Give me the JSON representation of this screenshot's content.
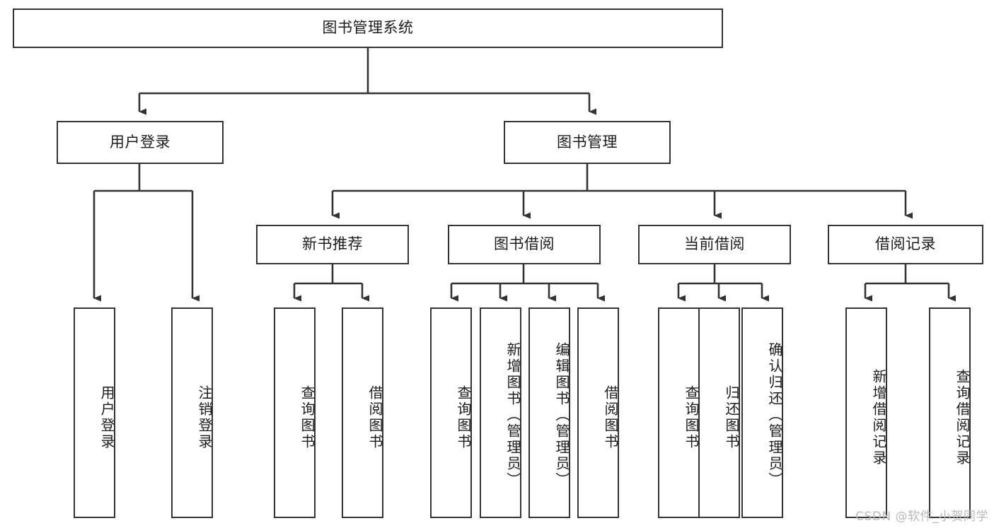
{
  "diagram": {
    "title": "图书管理系统",
    "type": "tree-hierarchy-diagram",
    "watermark": "CSDN @软件_小贺同学",
    "colors": {
      "box_border": "#333333",
      "box_fill": "#ffffff",
      "connector": "#333333",
      "text": "#1c1c1c",
      "watermark": "#b9b9b9",
      "background": "#ffffff"
    },
    "root": {
      "label": "图书管理系统"
    },
    "level2": [
      {
        "label": "用户登录"
      },
      {
        "label": "图书管理"
      }
    ],
    "level3": [
      {
        "label": "新书推荐"
      },
      {
        "label": "图书借阅"
      },
      {
        "label": "当前借阅"
      },
      {
        "label": "借阅记录"
      }
    ],
    "leaves": {
      "user_login": [
        {
          "label": "用户登录"
        },
        {
          "label": "注销登录"
        }
      ],
      "new_book": [
        {
          "label": "查询图书"
        },
        {
          "label": "借阅图书"
        }
      ],
      "book_borrow": [
        {
          "label": "查询图书"
        },
        {
          "label": "新增图书（管理员）"
        },
        {
          "label": "编辑图书（管理员）"
        },
        {
          "label": "借阅图书"
        }
      ],
      "current_borrow": [
        {
          "label": "查询图书"
        },
        {
          "label": "归还图书"
        },
        {
          "label": "确认归还（管理员）"
        }
      ],
      "borrow_record": [
        {
          "label": "新增借阅记录"
        },
        {
          "label": "查询借阅记录"
        }
      ]
    }
  }
}
